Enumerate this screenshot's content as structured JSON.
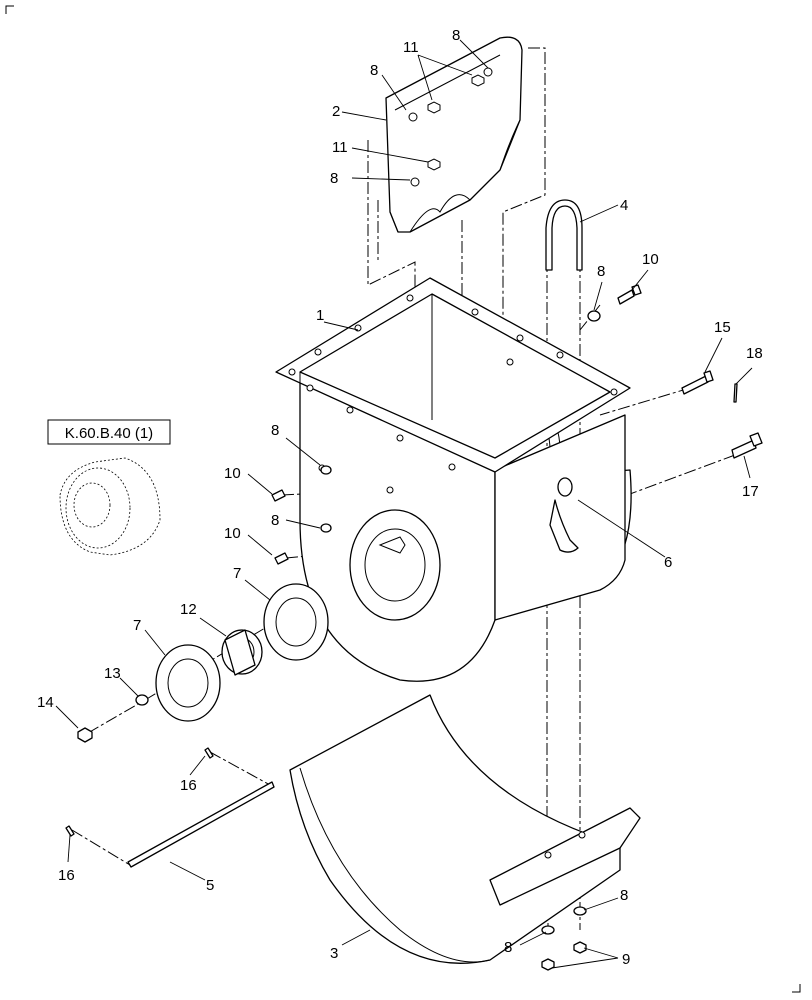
{
  "reference_box": {
    "text": "K.60.B.40 (1)"
  },
  "callouts": {
    "c1": "1",
    "c2": "2",
    "c3": "3",
    "c4": "4",
    "c5": "5",
    "c6": "6",
    "c7a": "7",
    "c7b": "7",
    "c8a": "8",
    "c8b": "8",
    "c8c": "8",
    "c8d": "8",
    "c8e": "8",
    "c8f": "8",
    "c8g": "8",
    "c8h": "8",
    "c9": "9",
    "c10a": "10",
    "c10b": "10",
    "c10c": "10",
    "c11a": "11",
    "c11b": "11",
    "c12": "12",
    "c13": "13",
    "c14": "14",
    "c15": "15",
    "c16a": "16",
    "c16b": "16",
    "c17": "17",
    "c18": "18"
  }
}
